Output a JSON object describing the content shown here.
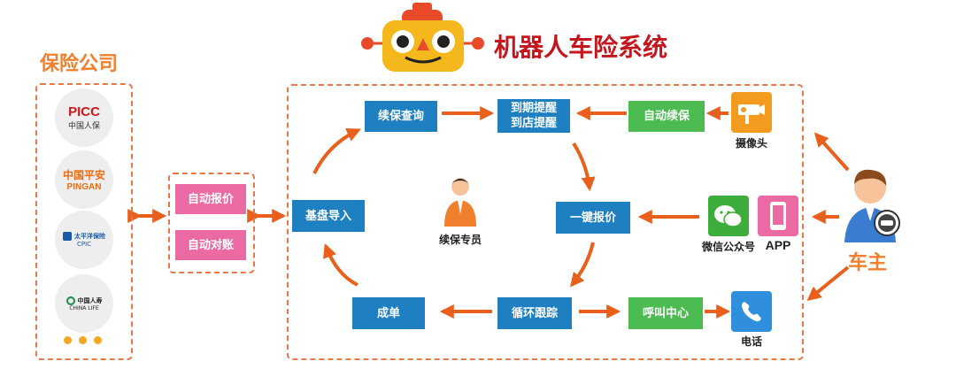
{
  "title": "机器人车险系统",
  "insurers_title": "保险公司",
  "insurers": [
    {
      "logo": "PICC",
      "sub": "中国人保"
    },
    {
      "logo": "中国平安",
      "sub": "PINGAN"
    },
    {
      "logo": "太平洋保险",
      "sub": "CPIC"
    },
    {
      "logo": "中国人寿",
      "sub": "CHINA LIFE"
    }
  ],
  "middle": {
    "auto_quote": "自动报价",
    "auto_reconcile": "自动对账"
  },
  "flow": {
    "import": "基盘导入",
    "renewal_query": "续保查询",
    "reminder_line1": "到期提醒",
    "reminder_line2": "到店提醒",
    "one_click_quote": "一键报价",
    "loop_follow": "循环跟踪",
    "deal": "成单",
    "specialist": "续保专员"
  },
  "channels": {
    "auto_renew": "自动续保",
    "camera": "摄像头",
    "wechat": "微信公众号",
    "app_label": "APP",
    "call_center": "呼叫中心",
    "phone": "电话"
  },
  "owner": "车主",
  "colors": {
    "blue": "#1e7fc1",
    "green": "#4cbc52",
    "pink": "#ec6aa3",
    "orange": "#e8601c",
    "brand_red": "#c4161c",
    "accent": "#f07f2e"
  }
}
